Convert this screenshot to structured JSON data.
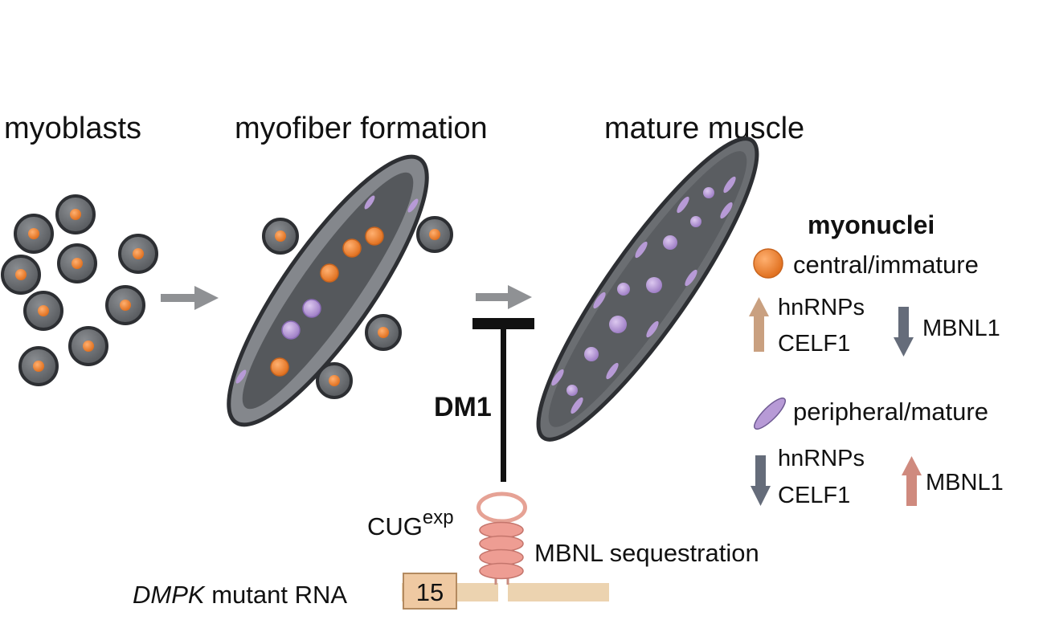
{
  "stages": {
    "myoblasts": "myoblasts",
    "myofiber_formation": "myofiber formation",
    "mature_muscle": "mature muscle"
  },
  "inhibition": {
    "label": "DM1"
  },
  "rna": {
    "cug_base": "CUG",
    "cug_sup": "exp",
    "sequestration": "MBNL sequestration",
    "gene_name": "DMPK",
    "gene_suffix": " mutant RNA",
    "exon_label": "15"
  },
  "legend": {
    "title": "myonuclei",
    "central": {
      "label": "central/immature",
      "up_1": "hnRNPs",
      "up_2": "CELF1",
      "down": "MBNL1"
    },
    "peripheral": {
      "label": "peripheral/mature",
      "down_1": "hnRNPs",
      "down_2": "CELF1",
      "up": "MBNL1"
    }
  },
  "colors": {
    "cell_fill": "#6b6e72",
    "cell_stroke": "#2d2f33",
    "central_nucleus": "#f08a3c",
    "peripheral_nucleus": "#b79ad6",
    "fiber_outer": "#84878c",
    "fiber_inner": "#55585c",
    "arrow_gray": "#8f9194",
    "arrow_up_tan": "#c9a080",
    "arrow_down_slate": "#656c7a",
    "arrow_up_rose": "#cf8a7e",
    "hairpin": "#e8a39a",
    "rna_strand": "#ecd3b0"
  }
}
